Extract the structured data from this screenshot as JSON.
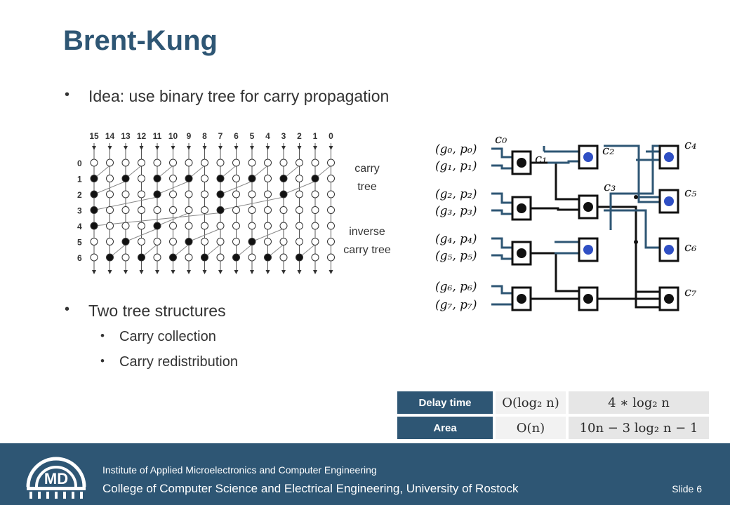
{
  "title": "Brent-Kung",
  "bullets": {
    "idea": "Idea: use binary tree for carry propagation",
    "two_trees": "Two tree structures",
    "sub1": "Carry collection",
    "sub2": "Carry redistribution"
  },
  "tree_figure": {
    "bits": [
      "15",
      "14",
      "13",
      "12",
      "11",
      "10",
      "9",
      "8",
      "7",
      "6",
      "5",
      "4",
      "3",
      "2",
      "1",
      "0"
    ],
    "levels": [
      "0",
      "1",
      "2",
      "3",
      "4",
      "5",
      "6"
    ],
    "carry_tree_label": "carry tree",
    "inverse_label": "inverse carry tree"
  },
  "circuit": {
    "inputs": [
      "(g₀, p₀)",
      "(g₁, p₁)",
      "(g₂, p₂)",
      "(g₃, p₃)",
      "(g₄, p₄)",
      "(g₅, p₅)",
      "(g₆, p₆)",
      "(g₇, p₇)"
    ],
    "carries": [
      "c₀",
      "c₁",
      "c₂",
      "c₃",
      "c₄",
      "c₅",
      "c₆",
      "c₇"
    ]
  },
  "table": {
    "rows": [
      {
        "label": "Delay time",
        "big_o": "O(log₂ n)",
        "exact": "4 ∗ log₂ n"
      },
      {
        "label": "Area",
        "big_o": "O(n)",
        "exact": "10n − 3 log₂ n − 1"
      }
    ]
  },
  "footer": {
    "logo": "MD",
    "institute": "Institute of Applied Microelectronics and Computer Engineering",
    "college": "College of Computer Science and Electrical Engineering, University of Rostock",
    "slide": "Slide 6"
  },
  "colors": {
    "brand": "#2e5674",
    "node_blue": "#2f4fc4"
  }
}
